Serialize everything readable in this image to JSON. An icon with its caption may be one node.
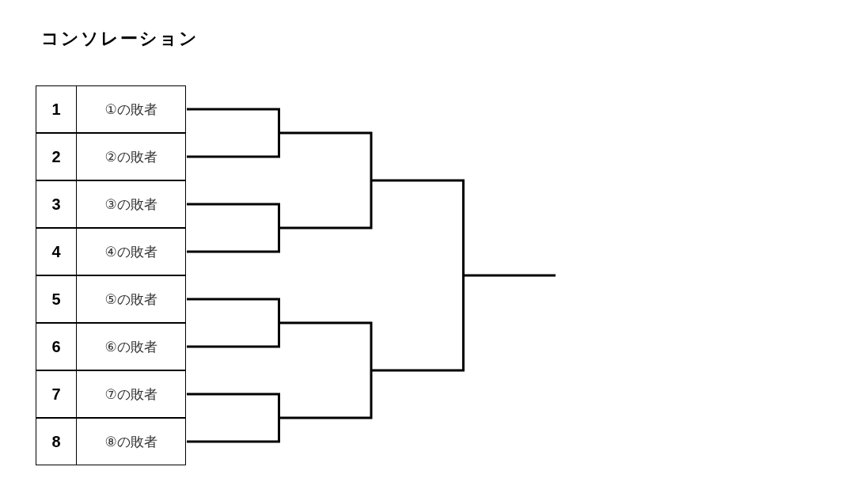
{
  "diagram": {
    "title": "コンソレーション",
    "nodes": [
      {
        "text": [
          "1",
          "①の敗者"
        ]
      },
      {
        "text": [
          "2",
          "②の敗者"
        ]
      },
      {
        "text": [
          "3",
          "③の敗者"
        ]
      },
      {
        "text": [
          "4",
          "④の敗者"
        ]
      },
      {
        "text": [
          "5",
          "⑤の敗者"
        ]
      },
      {
        "text": [
          "6",
          "⑥の敗者"
        ]
      },
      {
        "text": [
          "7",
          "⑦の敗者"
        ]
      },
      {
        "text": [
          "8",
          "⑧の敗者"
        ]
      }
    ]
  }
}
